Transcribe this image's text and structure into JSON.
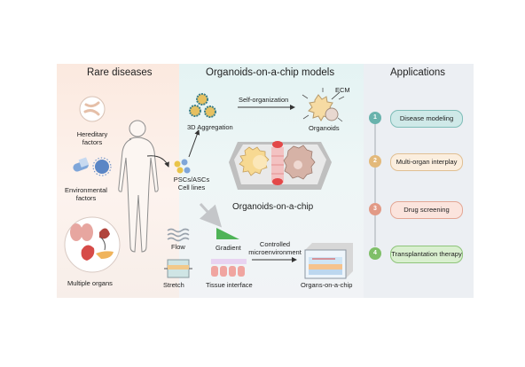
{
  "sections": {
    "rare_diseases": "Rare diseases",
    "models": "Organoids-on-a-chip models",
    "applications": "Applications"
  },
  "rare": {
    "hereditary": [
      "Hereditary",
      "factors"
    ],
    "environmental": [
      "Environmental",
      "factors"
    ],
    "organs": "Multiple organs"
  },
  "models": {
    "aggregation": "3D Aggregation",
    "self_org": "Self-organization",
    "ecm": "ECM",
    "organoids": "Organoids",
    "cells": [
      "PSCs/ASCs",
      "Cell lines"
    ],
    "ooc_title": "Organoids-on-a-chip",
    "flow": "Flow",
    "gradient": "Gradient",
    "controlled": [
      "Controlled",
      "microenvironment"
    ],
    "stretch": "Stretch",
    "tissue": "Tissue interface",
    "organs_on_chip": "Organs-on-a-chip"
  },
  "applications": [
    {
      "num": "1",
      "label": "Disease modeling",
      "fill": "#cfe9e8",
      "border": "#7fbdb8",
      "badge": "#69b3ad"
    },
    {
      "num": "2",
      "label": "Multi-organ interplay",
      "fill": "#fbeede",
      "border": "#e0bf93",
      "badge": "#e3b97a"
    },
    {
      "num": "3",
      "label": "Drug screening",
      "fill": "#fbe4dd",
      "border": "#e3a795",
      "badge": "#e29a86"
    },
    {
      "num": "4",
      "label": "Transplantation therapy",
      "fill": "#d9efcf",
      "border": "#8ec47a",
      "badge": "#7fbf68"
    }
  ]
}
